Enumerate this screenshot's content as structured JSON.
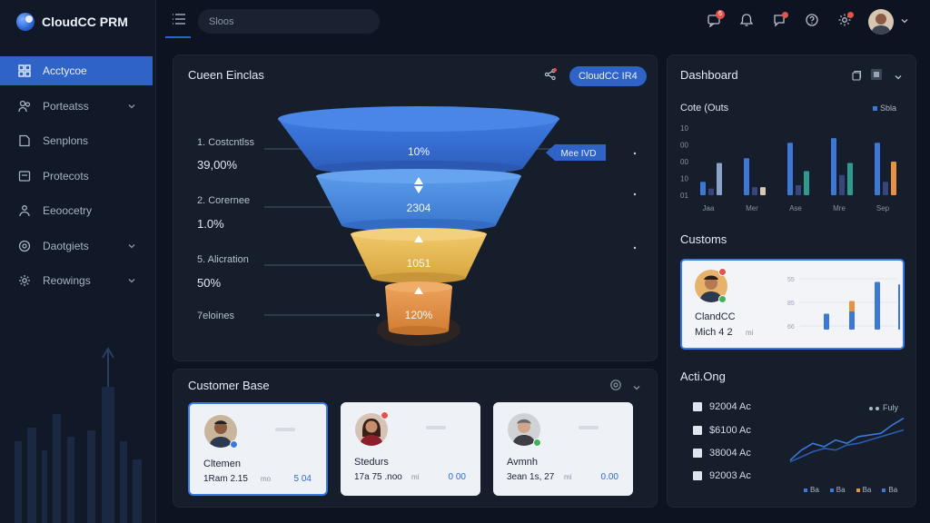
{
  "app": {
    "title": "CloudCC PRM"
  },
  "colors": {
    "accent": "#2f63c6",
    "funnel_blue": "#3b78d8",
    "funnel_yellow": "#e6b652",
    "funnel_orange": "#e69242",
    "background": "#0d1320",
    "panel": "#161d2b"
  },
  "sidebar": {
    "items": [
      {
        "label": "Acctycoe",
        "icon": "grid-icon",
        "active": true,
        "chevron": false
      },
      {
        "label": "Porteatss",
        "icon": "users-icon",
        "active": false,
        "chevron": true
      },
      {
        "label": "Senplons",
        "icon": "document-icon",
        "active": false,
        "chevron": false
      },
      {
        "label": "Protecots",
        "icon": "folder-icon",
        "active": false,
        "chevron": false
      },
      {
        "label": "Eeoocetry",
        "icon": "team-icon",
        "active": false,
        "chevron": false
      },
      {
        "label": "Daotgiets",
        "icon": "settings-icon",
        "active": false,
        "chevron": true
      },
      {
        "label": "Reowings",
        "icon": "gear-icon",
        "active": false,
        "chevron": true
      }
    ]
  },
  "topbar": {
    "search_placeholder": "Sloos",
    "notification_count": "6",
    "icons": [
      "notification-icon",
      "bell-icon",
      "message-icon",
      "help-icon",
      "settings-icon"
    ]
  },
  "funnel": {
    "title": "Cueen Einclas",
    "button_label": "CloudCC IR4",
    "tag_label": "Mee IVD",
    "stages": [
      {
        "name": "1. Costcntlss",
        "value": "39,00%",
        "funnel_label": "10%"
      },
      {
        "name": "2. Corernee",
        "value": "1.0%",
        "funnel_label": "2304"
      },
      {
        "name": "5. Alicration",
        "value": "50%",
        "funnel_label": "1051"
      },
      {
        "name": "7eloines",
        "value": "",
        "funnel_label": "120%"
      }
    ]
  },
  "customer_base": {
    "title": "Customer Base",
    "cards": [
      {
        "name": "Cltemen",
        "meta": "1Ram 2.15",
        "unit": "mo",
        "value": "5 04",
        "status_color": "#3a7ae8",
        "selected": true
      },
      {
        "name": "Stedurs",
        "meta": "17a 75 .noo",
        "unit": "mi",
        "value": "0 00",
        "status_color": "#e2534a",
        "selected": false
      },
      {
        "name": "Avmnh",
        "meta": "3ean 1s, 27",
        "unit": "mi",
        "value": "0.00",
        "status_color": "#3fb35a",
        "selected": false
      }
    ]
  },
  "dashboard": {
    "title": "Dashboard",
    "subtitle": "Cote (Outs",
    "legend": "Sbla",
    "customs_title": "Customs",
    "customs_card": {
      "name": "ClandCC",
      "meta": "Mich 4 2",
      "unit": "mi",
      "y_ticks": [
        "55",
        "85",
        "66"
      ]
    },
    "activity_title": "Acti.Ong",
    "activity": [
      {
        "label": "92004 Ac"
      },
      {
        "label": "$6100 Ac"
      },
      {
        "label": "38004 Ac"
      },
      {
        "label": "92003 Ac"
      }
    ],
    "activity_note": "Fuly",
    "activity_legend": [
      "Ba",
      "Ba",
      "Ba",
      "Ba"
    ]
  },
  "chart_data": [
    {
      "type": "bar",
      "title": "Cote (Outs",
      "categories": [
        "Jaa",
        "Mer",
        "Ase",
        "Mre",
        "Sep"
      ],
      "y_ticks": [
        "10",
        "00",
        "00",
        "10",
        "01"
      ],
      "series": [
        {
          "name": "Sbla",
          "values": [
            20,
            55,
            78,
            85,
            78
          ]
        },
        {
          "values": [
            10,
            12,
            15,
            30,
            20
          ]
        },
        {
          "values": [
            48,
            12,
            36,
            48,
            50
          ]
        }
      ]
    },
    {
      "type": "bar",
      "categories": [
        "1",
        "2",
        "3"
      ],
      "values": [
        25,
        45,
        75
      ]
    },
    {
      "type": "line",
      "x": [
        1,
        2,
        3,
        4,
        5,
        6,
        7,
        8,
        9,
        10,
        11
      ],
      "series": [
        {
          "values": [
            10,
            22,
            30,
            26,
            34,
            30,
            38,
            40,
            42,
            52,
            60
          ]
        },
        {
          "values": [
            8,
            14,
            20,
            24,
            22,
            28,
            30,
            34,
            38,
            42,
            46
          ]
        }
      ]
    }
  ]
}
